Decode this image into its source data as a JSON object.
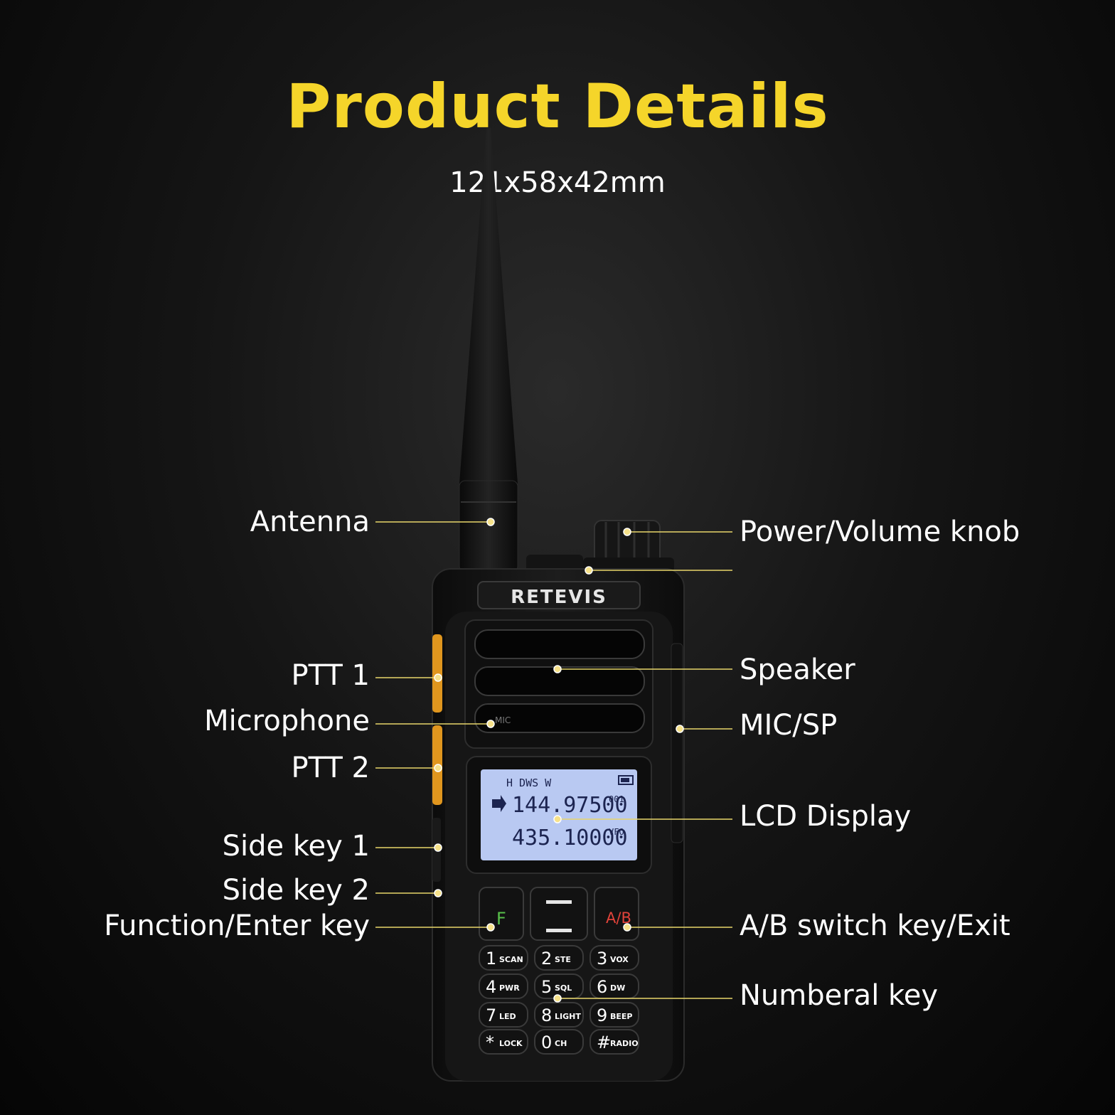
{
  "header": {
    "title": "Product Details",
    "dimensions": "121x58x42mm"
  },
  "device": {
    "brand": "RETEVIS",
    "mic_mark": "MIC",
    "lcd": {
      "status_line": "H DWS   W",
      "freq_a": "144.97500",
      "freq_a_tag": "001",
      "freq_b": "435.10000",
      "freq_b_tag": "VFO"
    },
    "soft_keys": {
      "f_key": "F",
      "ab_key": "A/B"
    },
    "keypad": [
      {
        "main": "1",
        "sub": "SCAN"
      },
      {
        "main": "2",
        "sub": "STE"
      },
      {
        "main": "3",
        "sub": "VOX"
      },
      {
        "main": "4",
        "sub": "PWR"
      },
      {
        "main": "5",
        "sub": "SQL"
      },
      {
        "main": "6",
        "sub": "DW"
      },
      {
        "main": "7",
        "sub": "LED"
      },
      {
        "main": "8",
        "sub": "LIGHT"
      },
      {
        "main": "9",
        "sub": "BEEP"
      },
      {
        "main": "*",
        "sub": "LOCK"
      },
      {
        "main": "0",
        "sub": "CH"
      },
      {
        "main": "#",
        "sub": "RADIO"
      }
    ]
  },
  "callouts_left": [
    {
      "id": "antenna",
      "label": "Antenna"
    },
    {
      "id": "ptt1",
      "label": "PTT 1"
    },
    {
      "id": "microphone",
      "label": "Microphone"
    },
    {
      "id": "ptt2",
      "label": "PTT 2"
    },
    {
      "id": "side-key-1",
      "label": "Side key 1"
    },
    {
      "id": "side-key-2",
      "label": "Side key 2"
    },
    {
      "id": "function-enter-key",
      "label": "Function/Enter key"
    }
  ],
  "callouts_right": [
    {
      "id": "power-volume-knob",
      "label": "Power/Volume knob"
    },
    {
      "id": "speaker",
      "label": "Speaker"
    },
    {
      "id": "mic-sp",
      "label": "MIC/SP"
    },
    {
      "id": "lcd-display",
      "label": "LCD Display"
    },
    {
      "id": "ab-switch-key",
      "label": "A/B switch key/Exit"
    },
    {
      "id": "numberal-key",
      "label": "Numberal key"
    }
  ],
  "colors": {
    "accent_yellow": "#f5d52a",
    "callout_line": "#e8d66a",
    "ptt_orange": "#e0961e",
    "lcd_bg": "#b9c9f2",
    "f_key_green": "#58c04a",
    "ab_key_red": "#e2433a"
  }
}
